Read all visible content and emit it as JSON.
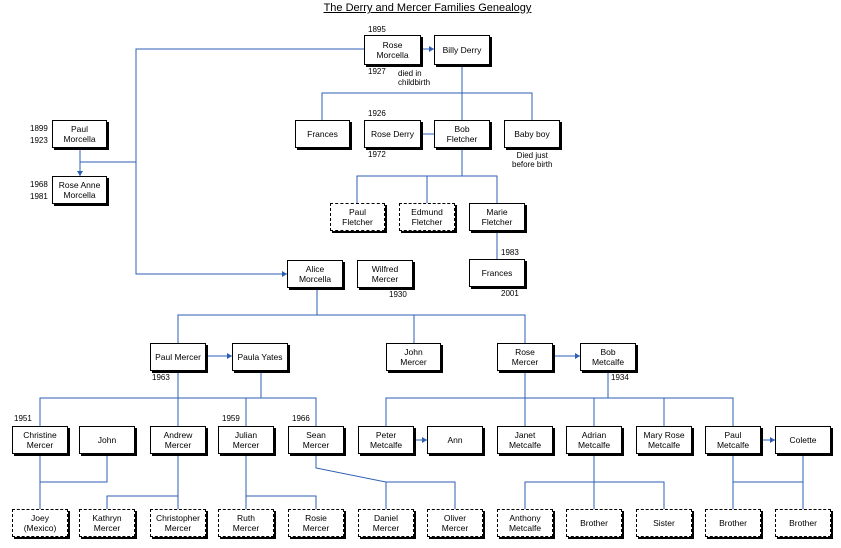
{
  "title": "The Derry and Mercer Families Genealogy",
  "people": {
    "rose_morcella_sr": "Rose\nMorcella",
    "billy_derry": "Billy Derry",
    "frances_derry": "Frances",
    "rose_derry": "Rose Derry",
    "bob_fletcher": "Bob\nFletcher",
    "baby_boy": "Baby boy",
    "paul_morcella": "Paul\nMorcella",
    "rose_anne_morcella": "Rose Anne\nMorcella",
    "paul_fletcher": "Paul\nFletcher",
    "edmund_fletcher": "Edmund\nFletcher",
    "marie_fletcher": "Marie\nFletcher",
    "frances_jr": "Frances",
    "alice_morcella": "Alice\nMorcella",
    "wilfred_mercer": "Wilfred\nMercer",
    "paul_mercer": "Paul Mercer",
    "paula_yates": "Paula Yates",
    "john_mercer": "John\nMercer",
    "rose_mercer": "Rose\nMercer",
    "bob_metcalfe": "Bob\nMetcalfe",
    "christine_mercer": "Christine\nMercer",
    "john": "John",
    "andrew_mercer": "Andrew\nMercer",
    "julian_mercer": "Julian\nMercer",
    "sean_mercer": "Sean\nMercer",
    "peter_metcalfe": "Peter\nMetcalfe",
    "ann": "Ann",
    "janet_metcalfe": "Janet\nMetcalfe",
    "adrian_metcalfe": "Adrian\nMetcalfe",
    "mary_rose_metcalfe": "Mary Rose\nMetcalfe",
    "paul_metcalfe": "Paul\nMetcalfe",
    "colette": "Colette",
    "joey": "Joey\n(Mexico)",
    "kathryn_mercer": "Kathryn\nMercer",
    "christopher_mercer": "Christopher\nMercer",
    "ruth_mercer": "Ruth\nMercer",
    "rosie_mercer": "Rosie\nMercer",
    "daniel_mercer": "Daniel\nMercer",
    "oliver_mercer": "Oliver\nMercer",
    "anthony_metcalfe": "Anthony\nMetcalfe",
    "brother_adrian": "Brother",
    "sister_adrian": "Sister",
    "brother_paul_1": "Brother",
    "brother_paul_2": "Brother"
  },
  "notes": {
    "y1895": "1895",
    "y1927": "1927",
    "died_childbirth": "died in\nchildbirth",
    "y1926": "1926",
    "y1972": "1972",
    "died_before_birth": "Died just\nbefore birth",
    "paul_morcella_years": "1899\n1923",
    "rose_anne_years": "1968\n1981",
    "y1983": "1983",
    "y2001": "2001",
    "y1930": "1930",
    "y1963": "1963",
    "y1934": "1934",
    "y1951": "1951",
    "y1959": "1959",
    "y1966": "1966"
  },
  "colors": {
    "line": "#2b5fb5",
    "box_border": "#000000"
  }
}
